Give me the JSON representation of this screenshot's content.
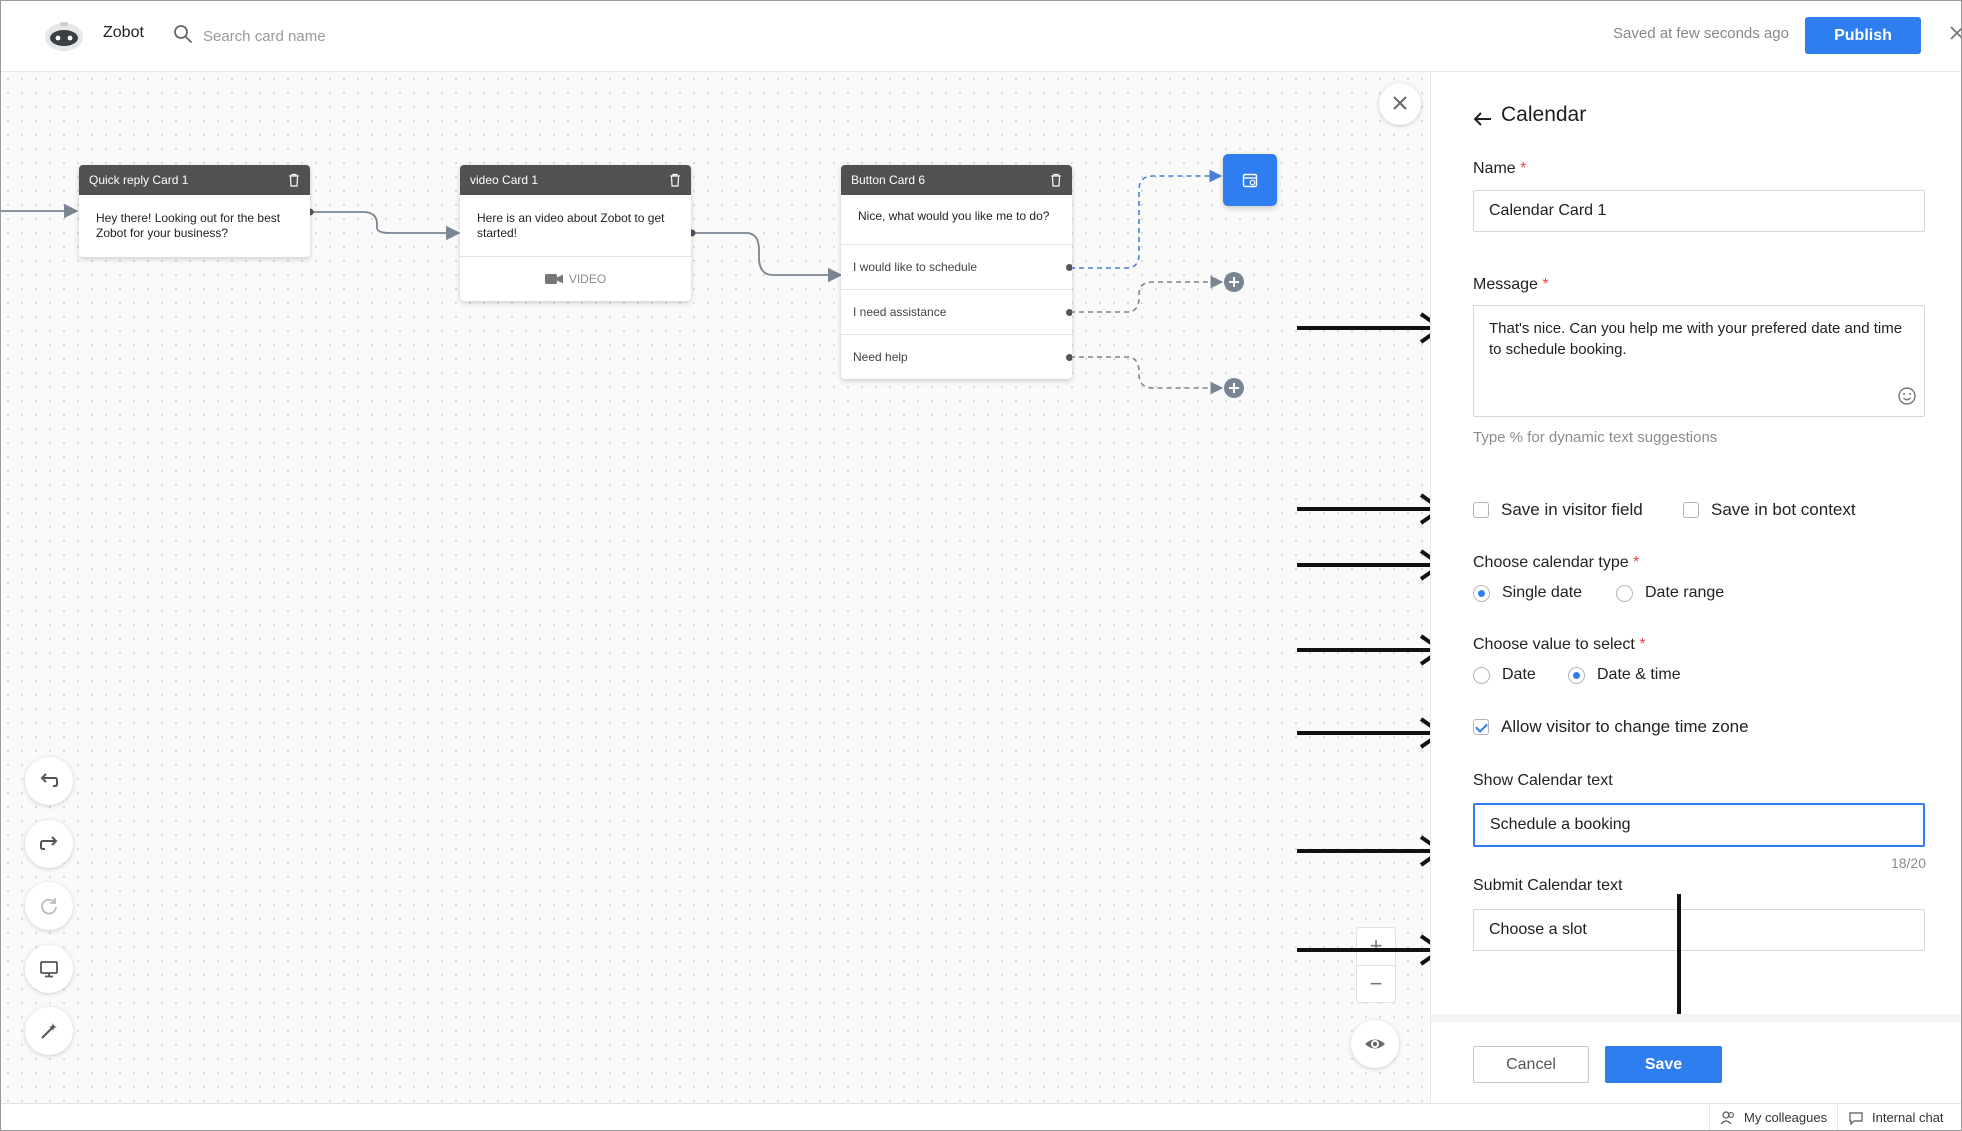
{
  "app": {
    "name": "Zobot"
  },
  "search": {
    "placeholder": "Search card name"
  },
  "status": {
    "saved_text": "Saved at few seconds ago"
  },
  "toolbar": {
    "publish_label": "Publish"
  },
  "cards": [
    {
      "title": "Quick reply Card 1",
      "text": "Hey there! Looking out for the best Zobot for your business?"
    },
    {
      "title": "video Card 1",
      "text": "Here is an video about Zobot to get started!",
      "media_label": "VIDEO"
    },
    {
      "title": "Button Card 6",
      "text": "Nice, what would you like me to do?",
      "options": [
        "I would like to schedule",
        "I need assistance",
        "Need help"
      ]
    }
  ],
  "panel": {
    "title": "Calendar",
    "name_label": "Name",
    "name_value": "Calendar Card 1",
    "message_label": "Message",
    "message_value": "That's nice. Can you help me with your prefered date and time to schedule booking.",
    "hint": "Type % for dynamic text suggestions",
    "save_visitor_label": "Save in visitor field",
    "save_bot_label": "Save in bot context",
    "calendar_type_label": "Choose calendar type",
    "calendar_type_options": [
      "Single date",
      "Date range"
    ],
    "calendar_type_selected": "Single date",
    "value_label": "Choose value to select",
    "value_options": [
      "Date",
      "Date & time"
    ],
    "value_selected": "Date & time",
    "timezone_label": "Allow visitor to change time zone",
    "timezone_checked": true,
    "show_text_label": "Show Calendar text",
    "show_text_value": "Schedule a booking",
    "char_count": "18/20",
    "submit_text_label": "Submit Calendar text",
    "submit_text_value": "Choose a slot",
    "required_mark": "*",
    "cancel_label": "Cancel",
    "save_label": "Save"
  },
  "bottom_bar": {
    "colleagues_label": "My colleagues",
    "chat_label": "Internal chat"
  },
  "colors": {
    "accent": "#2f7ef0",
    "card_header": "#515151",
    "required": "#e14b4b"
  }
}
